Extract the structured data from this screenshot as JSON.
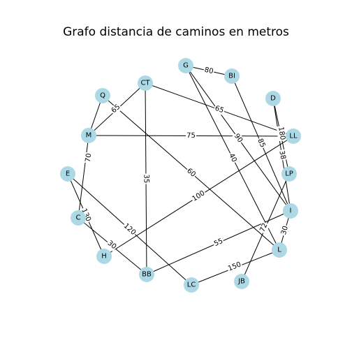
{
  "title": "Grafo distancia de caminos en metros",
  "colors": {
    "node": "#add8e6",
    "edge": "#000000",
    "text": "#000000"
  },
  "nodes": [
    "G",
    "BI",
    "CT",
    "Q",
    "D",
    "M",
    "LL",
    "E",
    "LP",
    "I",
    "C",
    "L",
    "H",
    "BB",
    "LC",
    "JB"
  ],
  "edges": [
    {
      "from": "G",
      "to": "BI",
      "label": "80"
    },
    {
      "from": "G",
      "to": "I",
      "label": "90"
    },
    {
      "from": "G",
      "to": "L",
      "label": "40"
    },
    {
      "from": "BI",
      "to": "I",
      "label": "85"
    },
    {
      "from": "CT",
      "to": "M",
      "label": "65"
    },
    {
      "from": "CT",
      "to": "LL",
      "label": "65"
    },
    {
      "from": "CT",
      "to": "BB",
      "label": "35"
    },
    {
      "from": "Q",
      "to": "M",
      "label": ""
    },
    {
      "from": "Q",
      "to": "L",
      "label": "60"
    },
    {
      "from": "D",
      "to": "I",
      "label": "180"
    },
    {
      "from": "D",
      "to": "LP",
      "label": "38"
    },
    {
      "from": "M",
      "to": "LL",
      "label": "75"
    },
    {
      "from": "M",
      "to": "C",
      "label": "70"
    },
    {
      "from": "E",
      "to": "H",
      "label": "130"
    },
    {
      "from": "E",
      "to": "LC",
      "label": "120"
    },
    {
      "from": "LL",
      "to": "H",
      "label": "100"
    },
    {
      "from": "LP",
      "to": "JB",
      "label": "72"
    },
    {
      "from": "I",
      "to": "BB",
      "label": "55"
    },
    {
      "from": "I",
      "to": "L",
      "label": "30"
    },
    {
      "from": "C",
      "to": "BB",
      "label": "30"
    },
    {
      "from": "L",
      "to": "LC",
      "label": "150"
    }
  ]
}
